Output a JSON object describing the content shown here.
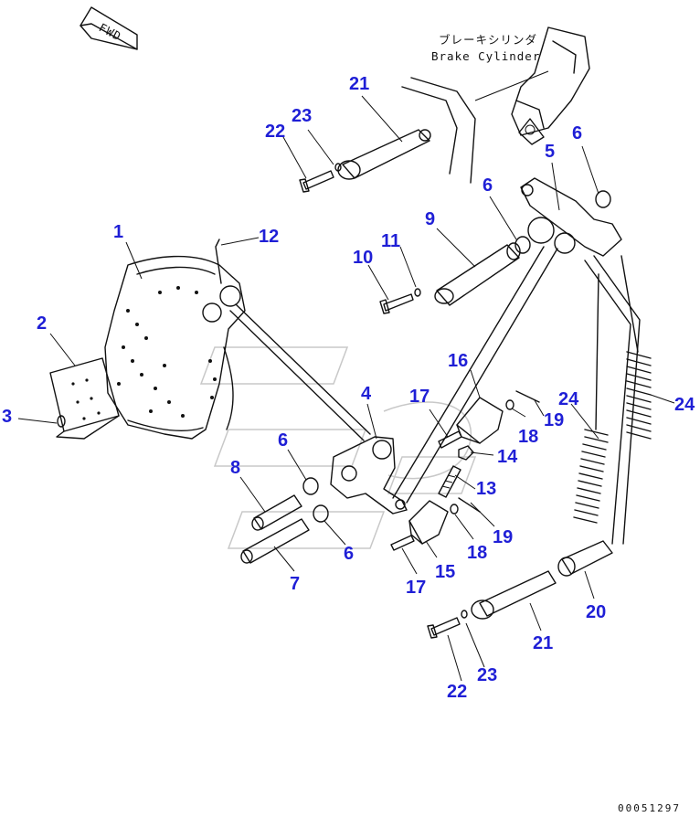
{
  "fwd_label": "FWD",
  "brake_cylinder_jp": "ブレーキシリンダ",
  "brake_cylinder_en": "Brake Cylinder",
  "ref_number": "00051297",
  "callouts": [
    {
      "key": "c1",
      "text": "1"
    },
    {
      "key": "c2",
      "text": "2"
    },
    {
      "key": "c3",
      "text": "3"
    },
    {
      "key": "c4",
      "text": "4"
    },
    {
      "key": "c5",
      "text": "5"
    },
    {
      "key": "c6a",
      "text": "6"
    },
    {
      "key": "c6b",
      "text": "6"
    },
    {
      "key": "c6c",
      "text": "6"
    },
    {
      "key": "c6d",
      "text": "6"
    },
    {
      "key": "c7",
      "text": "7"
    },
    {
      "key": "c8",
      "text": "8"
    },
    {
      "key": "c9",
      "text": "9"
    },
    {
      "key": "c10",
      "text": "10"
    },
    {
      "key": "c11",
      "text": "11"
    },
    {
      "key": "c12",
      "text": "12"
    },
    {
      "key": "c13",
      "text": "13"
    },
    {
      "key": "c14",
      "text": "14"
    },
    {
      "key": "c15",
      "text": "15"
    },
    {
      "key": "c16",
      "text": "16"
    },
    {
      "key": "c17a",
      "text": "17"
    },
    {
      "key": "c17b",
      "text": "17"
    },
    {
      "key": "c18a",
      "text": "18"
    },
    {
      "key": "c18b",
      "text": "18"
    },
    {
      "key": "c19a",
      "text": "19"
    },
    {
      "key": "c19b",
      "text": "19"
    },
    {
      "key": "c20",
      "text": "20"
    },
    {
      "key": "c21a",
      "text": "21"
    },
    {
      "key": "c21b",
      "text": "21"
    },
    {
      "key": "c22a",
      "text": "22"
    },
    {
      "key": "c22b",
      "text": "22"
    },
    {
      "key": "c23a",
      "text": "23"
    },
    {
      "key": "c23b",
      "text": "23"
    },
    {
      "key": "c24a",
      "text": "24"
    },
    {
      "key": "c24b",
      "text": "24"
    }
  ],
  "colors": {
    "callout": "#1f1fd6",
    "line": "#111111",
    "watermark": "#c8c8c8"
  }
}
